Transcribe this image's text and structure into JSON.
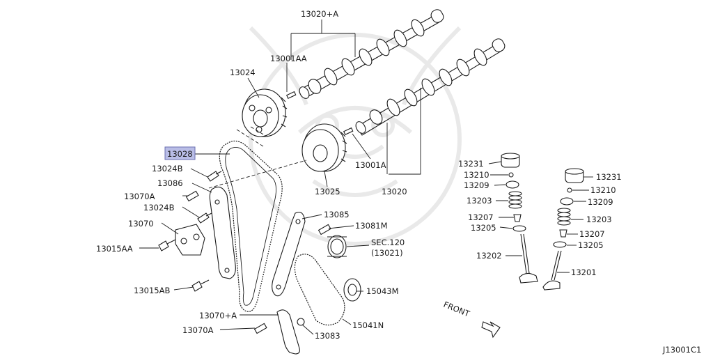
{
  "labels": {
    "l13020A": "13020+A",
    "l13001AA": "13001AA",
    "l13024": "13024",
    "l13028": "13028",
    "l13024B_1": "13024B",
    "l13086": "13086",
    "l13070A_1": "13070A",
    "l13024B_2": "13024B",
    "l13070": "13070",
    "l13015AA": "13015AA",
    "l13015AB": "13015AB",
    "l13070plusA": "13070+A",
    "l13070A_2": "13070A",
    "l13083": "13083",
    "l15041N": "15041N",
    "l15043M": "15043M",
    "lSEC120": "SEC.120",
    "l13021": "(13021)",
    "l13081M": "13081M",
    "l13085": "13085",
    "l13025": "13025",
    "l13001A": "13001A",
    "l13020": "13020",
    "l13231_L": "13231",
    "l13210_L": "13210",
    "l13209_L": "13209",
    "l13203_L": "13203",
    "l13207_L": "13207",
    "l13205_L": "13205",
    "l13202": "13202",
    "l13231_R": "13231",
    "l13210_R": "13210",
    "l13209_R": "13209",
    "l13203_R": "13203",
    "l13207_R": "13207",
    "l13205_R": "13205",
    "l13201": "13201",
    "front": "FRONT",
    "diagramId": "J13001C1"
  },
  "highlight": {
    "part": "13028",
    "color": "#b9bde6"
  }
}
